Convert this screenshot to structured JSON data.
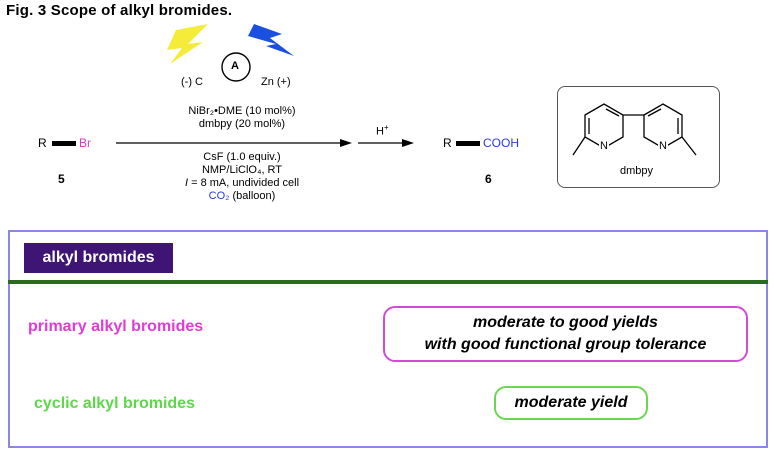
{
  "figure": {
    "title": "Fig. 3 Scope of alkyl bromides."
  },
  "scheme": {
    "reactant": {
      "r": "R",
      "br": "Br",
      "number": "5"
    },
    "electrodes": {
      "cathode": "(-) C",
      "anode": "Zn (+)",
      "ammeter": "A"
    },
    "conditions_above": [
      "NiBr₂•DME (10 mol%)",
      "dmbpy (20 mol%)"
    ],
    "conditions_below": [
      "CsF (1.0 equiv.)",
      "NMP/LiClO₄, RT",
      "I = 8 mA, undivided cell"
    ],
    "co2": {
      "label": "CO₂",
      "rest": " (balloon)"
    },
    "acid": {
      "label": "H",
      "sup": "+"
    },
    "product": {
      "r": "R",
      "group": "COOH",
      "number": "6"
    },
    "ligand": {
      "label": "dmbpy",
      "n1": "N",
      "n2": "N"
    },
    "colors": {
      "lightning_left": "#f5ec3a",
      "lightning_right": "#1a4fe0",
      "co2": "#2b3bd6"
    }
  },
  "panel": {
    "tag": "alkyl bromides",
    "rows": [
      {
        "category": "primary alkyl bromides",
        "result": [
          "moderate to good yields",
          "with good functional group tolerance"
        ],
        "color": "#e03ad7"
      },
      {
        "category": "cyclic alkyl bromides",
        "result": [
          "moderate yield"
        ],
        "color": "#5fd64c"
      }
    ],
    "colors": {
      "border": "#8d86e8",
      "tag_bg": "#3e1574",
      "divider": "#2b6a1e"
    }
  }
}
